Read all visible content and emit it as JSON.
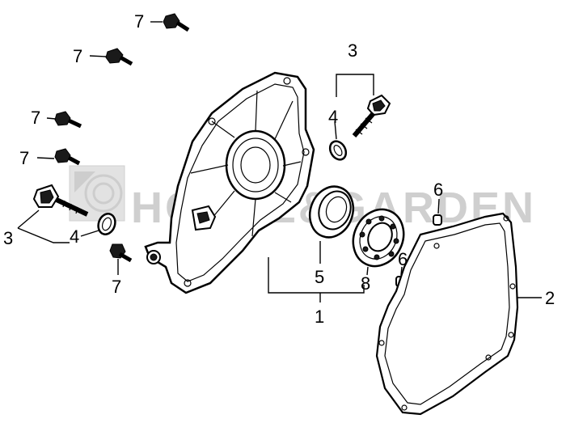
{
  "watermark": {
    "text": "HOUSE&GARDEN"
  },
  "callouts": {
    "bolt_1": "7",
    "bolt_2": "7",
    "bolt_3": "7",
    "bolt_4": "7",
    "bolt_5": "7",
    "drain_plug_left": "3",
    "washer_left": "4",
    "drain_plug_right": "3",
    "washer_right": "4",
    "dowel_pin_top": "6",
    "dowel_pin_bottom": "6",
    "oil_seal": "5",
    "bearing": "8",
    "crankcase_cover": "1",
    "gasket": "2"
  }
}
